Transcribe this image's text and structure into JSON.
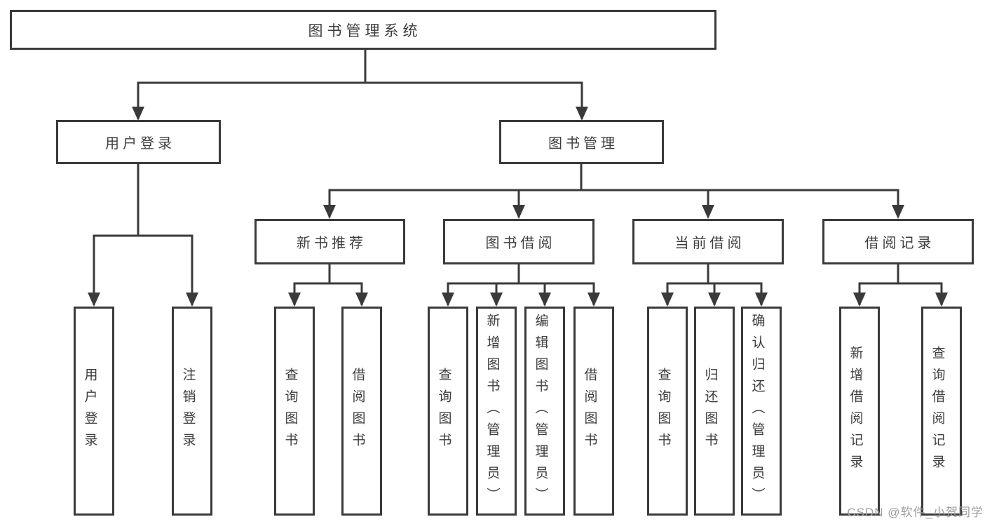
{
  "tree": {
    "root": {
      "label": "图书管理系统"
    },
    "login": {
      "label": "用户登录",
      "children": [
        {
          "label": "用户登录"
        },
        {
          "label": "注销登录"
        }
      ]
    },
    "mgmt": {
      "label": "图书管理",
      "sections": [
        {
          "label": "新书推荐",
          "children": [
            {
              "label": "查询图书"
            },
            {
              "label": "借阅图书"
            }
          ]
        },
        {
          "label": "图书借阅",
          "children": [
            {
              "label": "查询图书"
            },
            {
              "label": "新增图书（管理员）"
            },
            {
              "label": "编辑图书（管理员）"
            },
            {
              "label": "借阅图书"
            }
          ]
        },
        {
          "label": "当前借阅",
          "children": [
            {
              "label": "查询图书"
            },
            {
              "label": "归还图书"
            },
            {
              "label": "确认归还（管理员）"
            }
          ]
        },
        {
          "label": "借阅记录",
          "children": [
            {
              "label": "新增借阅记录"
            },
            {
              "label": "查询借阅记录"
            }
          ]
        }
      ]
    }
  },
  "watermark": {
    "text": "CSDN @软件_小贺同学"
  },
  "colors": {
    "line": "#3a3a3a",
    "text": "#3d3d3d",
    "watermark": "#9e9e9e",
    "background": "#ffffff"
  }
}
